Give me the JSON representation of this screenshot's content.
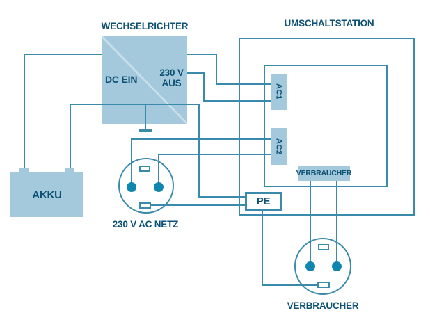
{
  "colors": {
    "background": "#ffffff",
    "fill": "#a5c9dc",
    "diagonal": "#c8dee9",
    "wire": "#3a8aac",
    "pin": "#0f86ae",
    "text": "#0d5174"
  },
  "inverter": {
    "title": "WECHSELRICHTER",
    "dc_in": "DC EIN",
    "ac_out_line1": "230 V",
    "ac_out_line2": "AUS"
  },
  "switch_station": {
    "title": "UMSCHALTSTATION",
    "port_ac1": "AC1",
    "port_ac2": "AC2",
    "consumer_tag": "VERBRAUCHER",
    "pe_tag": "PE"
  },
  "battery": {
    "label": "AKKU"
  },
  "mains": {
    "caption": "230 V AC NETZ"
  },
  "consumer": {
    "caption": "VERBRAUCHER"
  }
}
